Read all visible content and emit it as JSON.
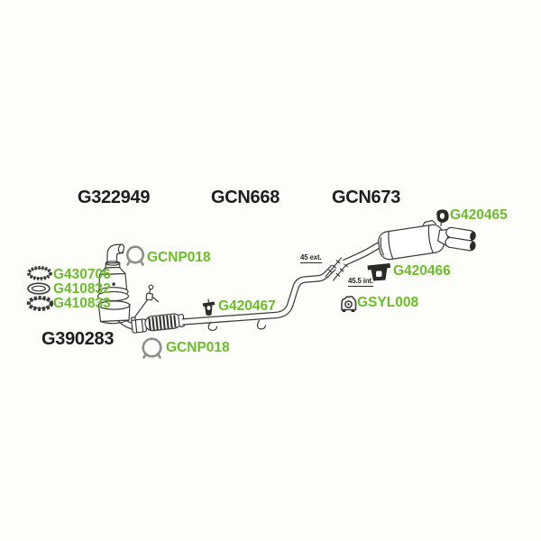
{
  "diagram": {
    "colors": {
      "bg": "#fdfdfa",
      "heading": "#1d1d1b",
      "link": "#6abe28",
      "line": "#3c3c3a",
      "gray": "#8e8e8c"
    },
    "sections": {
      "g322949": "G322949",
      "gcn668": "GCN668",
      "gcn673": "GCN673",
      "g390283": "G390283"
    },
    "parts": {
      "gcnp018_top": "GCNP018",
      "g430706": "G430706",
      "g410832": "G410832",
      "g410833": "G410833",
      "g420467": "G420467",
      "gcnp018_bottom": "GCNP018",
      "g420465": "G420465",
      "g420466": "G420466",
      "gsyl008": "GSYL008"
    },
    "dimensions": {
      "ext": "45 ext.",
      "int": "45.5 int."
    },
    "icons": {
      "gcnp018_top": "pipe-clamp-icon",
      "gcnp018_bottom": "pipe-clamp-icon",
      "g430706": "gasket-ring-icon",
      "g410832": "gasket-ring-icon",
      "g410833": "gasket-ring-icon",
      "g420465": "rubber-hanger-icon",
      "g420466": "mount-bracket-icon",
      "g420467": "rubber-hanger-icon",
      "gsyl008": "clamp-mount-icon"
    }
  }
}
